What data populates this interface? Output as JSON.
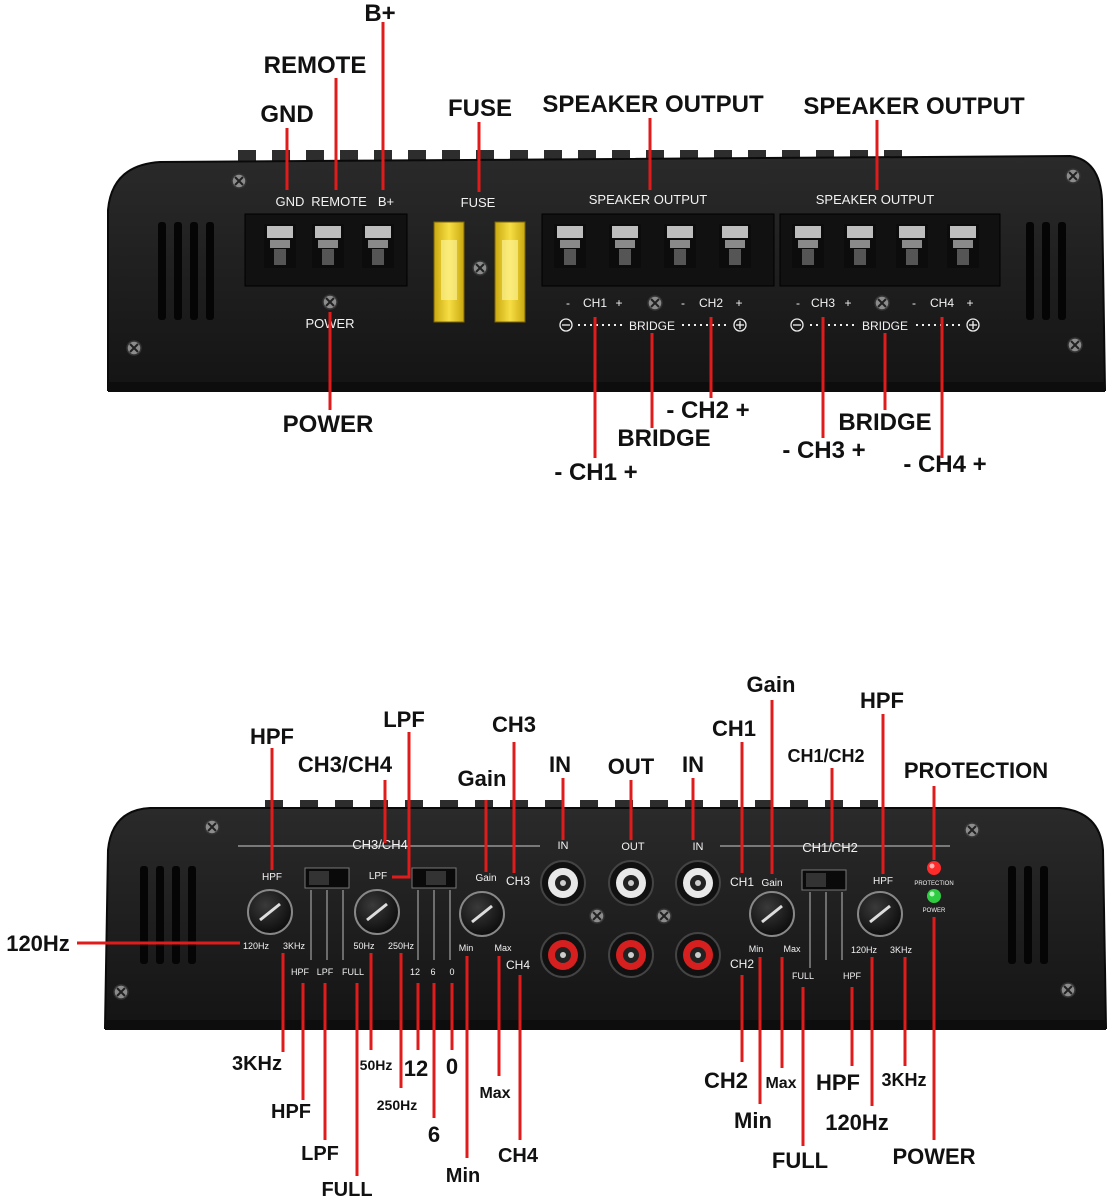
{
  "colors": {
    "leader": "#e01b1b",
    "chassis": "#1e1e1e",
    "fuse": "#f2d22e",
    "rca_white": "#e8e8e8",
    "rca_red": "#d62020",
    "led_red": "#ff2a2a",
    "led_green": "#2ecc40"
  },
  "top_panel": {
    "labels": {
      "gnd": "GND",
      "remote": "REMOTE",
      "bplus": "B+",
      "fuse": "FUSE",
      "speaker_output_1": "SPEAKER OUTPUT",
      "speaker_output_2": "SPEAKER OUTPUT",
      "power": "POWER",
      "ch1": "CH1",
      "ch2": "CH2",
      "ch3": "CH3",
      "ch4": "CH4",
      "bridge_1": "BRIDGE",
      "bridge_2": "BRIDGE",
      "minus": "-",
      "plus": "+"
    },
    "callouts": {
      "gnd": "GND",
      "remote": "REMOTE",
      "bplus": "B+",
      "fuse": "FUSE",
      "speaker_output_1": "SPEAKER OUTPUT",
      "speaker_output_2": "SPEAKER OUTPUT",
      "power": "POWER",
      "ch1": "- CH1 +",
      "bridge_1": "BRIDGE",
      "ch2": "- CH2 +",
      "ch3": "- CH3 +",
      "bridge_2": "BRIDGE",
      "ch4": "- CH4 +"
    }
  },
  "bottom_panel": {
    "labels": {
      "ch3ch4": "CH3/CH4",
      "ch1ch2": "CH1/CH2",
      "in_left": "IN",
      "out": "OUT",
      "in_right": "IN",
      "hpf_l": "HPF",
      "hz120_l": "120Hz",
      "khz3_l": "3KHz",
      "hpf_sw_l": "HPF",
      "lpf_sw_l": "LPF",
      "lpf_l": "LPF",
      "hz50": "50Hz",
      "hz250": "250Hz",
      "full_l": "FULL",
      "db12": "12",
      "db6": "6",
      "db0": "0",
      "gain_l": "Gain",
      "min_l": "Min",
      "max_l": "Max",
      "ch3": "CH3",
      "ch4": "CH4",
      "ch1": "CH1",
      "ch2": "CH2",
      "gain_r": "Gain",
      "min_r": "Min",
      "max_r": "Max",
      "full_r": "FULL",
      "hpf_r": "HPF",
      "hz120_r": "120Hz",
      "khz3_r": "3KHz",
      "hpf_sw_r": "HPF",
      "protection": "PROTECTION",
      "power": "POWER"
    },
    "callouts": {
      "hz120_l": "120Hz",
      "hpf_l": "HPF",
      "ch3ch4": "CH3/CH4",
      "lpf": "LPF",
      "gain_l": "Gain",
      "ch3": "CH3",
      "in_left": "IN",
      "out": "OUT",
      "in_right": "IN",
      "ch1": "CH1",
      "gain_r": "Gain",
      "ch1ch2": "CH1/CH2",
      "hpf_r": "HPF",
      "protection": "PROTECTION",
      "khz3_l": "3KHz",
      "hpf_sw_l": "HPF",
      "lpf_sw_l": "LPF",
      "full_l": "FULL",
      "hz50": "50Hz",
      "hz250": "250Hz",
      "db12": "12",
      "db6": "6",
      "db0": "0",
      "min_l": "Min",
      "max_l": "Max",
      "ch4": "CH4",
      "ch2": "CH2",
      "min_r": "Min",
      "max_r": "Max",
      "full_r": "FULL",
      "hpf_sw_r": "HPF",
      "hz120_r": "120Hz",
      "khz3_r": "3KHz",
      "power": "POWER"
    }
  }
}
